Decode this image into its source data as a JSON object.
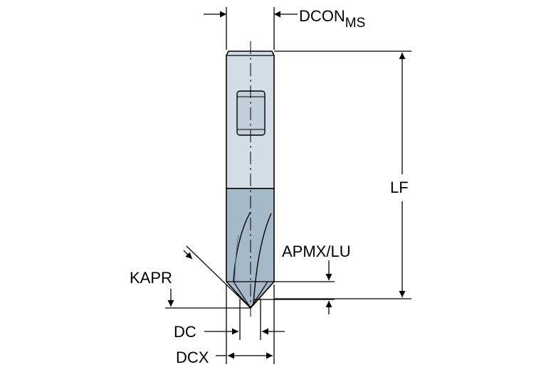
{
  "labels": {
    "dcon": "DCON",
    "dcon_sub": "MS",
    "lf": "LF",
    "apmx_lu": "APMX/LU",
    "kapr": "KAPR",
    "dc": "DC",
    "dcx": "DCX"
  },
  "colors": {
    "shank": "#d3dde7",
    "flute": "#a6b9c9",
    "flute_dark": "#8ea4b6",
    "outline": "#000000"
  }
}
